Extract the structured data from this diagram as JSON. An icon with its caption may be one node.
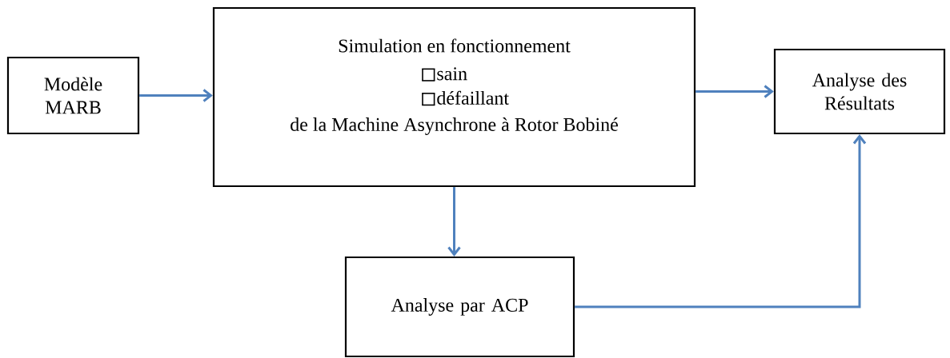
{
  "diagram": {
    "nodes": [
      {
        "text": [
          "Modèle MARB"
        ]
      },
      {
        "text": [
          "Simulation en fonctionnement",
          "sain",
          "défaillant",
          "de la Machine Asynchrone à Rotor Bobiné"
        ]
      },
      {
        "text": [
          "Analyse des Résultats"
        ]
      },
      {
        "text": [
          "Analyse par ACP"
        ]
      }
    ],
    "edges": [
      {
        "from": 0,
        "to": 1,
        "arrow": "to"
      },
      {
        "from": 1,
        "to": 2,
        "arrow": "to"
      },
      {
        "from": 1,
        "to": 3,
        "arrow": "to"
      },
      {
        "from": 3,
        "to": 2,
        "arrow": "to"
      }
    ]
  }
}
